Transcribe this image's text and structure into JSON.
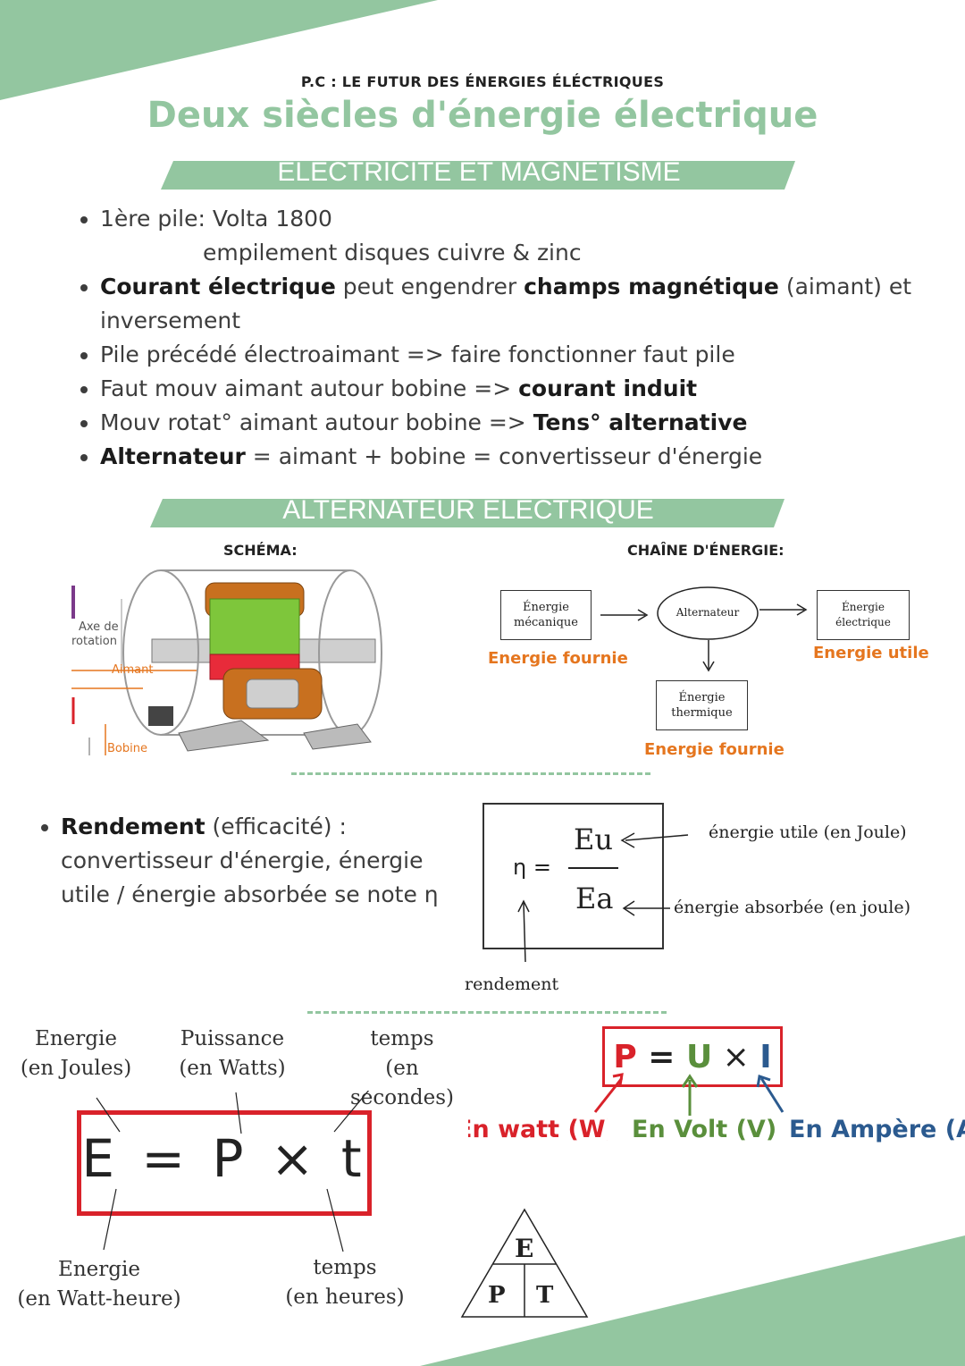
{
  "header": {
    "course": "P.C : LE FUTUR DES ÉNERGIES ÉLÉCTRIQUES",
    "title": "Deux siècles d'énergie électrique"
  },
  "section1": {
    "banner": "ELECTRICITE ET MAGNETISME",
    "bullets": [
      {
        "parts": [
          {
            "t": "1ère pile: Volta 1800",
            "b": false
          }
        ]
      },
      {
        "indent": "empilement disques cuivre & zinc"
      },
      {
        "parts": [
          {
            "t": "Courant électrique",
            "b": true
          },
          {
            "t": " peut engendrer ",
            "b": false
          },
          {
            "t": "champs magnétique",
            "b": true
          },
          {
            "t": " (aimant) et inversement",
            "b": false
          }
        ]
      },
      {
        "parts": [
          {
            "t": "Pile précédé électroaimant => faire fonctionner faut pile",
            "b": false
          }
        ]
      },
      {
        "parts": [
          {
            "t": "Faut mouv aimant autour bobine => ",
            "b": false
          },
          {
            "t": "courant induit",
            "b": true
          }
        ]
      },
      {
        "parts": [
          {
            "t": "Mouv rotat° aimant autour bobine => ",
            "b": false
          },
          {
            "t": "Tens° alternative",
            "b": true
          }
        ]
      },
      {
        "parts": [
          {
            "t": "Alternateur",
            "b": true
          },
          {
            "t": " = aimant + bobine = convertisseur d'énergie",
            "b": false
          }
        ]
      }
    ]
  },
  "section2": {
    "banner": "ALTERNATEUR ELECTRIQUE",
    "schema_label": "SCHÉMA:",
    "chain_label": "CHAÎNE D'ÉNERGIE:",
    "schema": {
      "axe_line1": "Axe de",
      "axe_line2": "rotation",
      "aimant": "Aimant",
      "bobine": "Bobine"
    },
    "chain": {
      "box1_l1": "Énergie",
      "box1_l2": "mécanique",
      "alternateur": "Alternateur",
      "box3_l1": "Énergie",
      "box3_l2": "électrique",
      "box4_l1": "Énergie",
      "box4_l2": "thermique",
      "label_fournie1": "Energie fournie",
      "label_utile": "Energie utile",
      "label_fournie2": "Energie fournie"
    }
  },
  "rendement": {
    "title": "Rendement",
    "title_rest": " (efficacité) :",
    "line2": "convertisseur d'énergie, énergie",
    "line3": "utile / énergie absorbée se note η",
    "formula": {
      "eta": "η =",
      "num": "Eu",
      "den": "Ea"
    },
    "label_utile": "énergie utile (en Joule)",
    "label_absorbee": "énergie absorbée (en joule)",
    "label_rendement": "rendement"
  },
  "energy_formula": {
    "formula": "E = P × t",
    "top_left": [
      "Energie",
      "(en Joules)"
    ],
    "top_mid": [
      "Puissance",
      "(en Watts)"
    ],
    "top_right": [
      "temps",
      "(en secondes)"
    ],
    "bottom_left": [
      "Energie",
      "(en Watt-heure)"
    ],
    "bottom_right": [
      "temps",
      "(en heures)"
    ],
    "triangle": {
      "top": "E",
      "left": "P",
      "right": "T"
    }
  },
  "power_formula": {
    "P": "P",
    "eq": " = ",
    "U": "U",
    "x": " × ",
    "I": "I",
    "unit_P": "En watt (W)",
    "unit_U": "En Volt (V)",
    "unit_I": "En Ampère (A)"
  },
  "colors": {
    "green": "#93c6a0",
    "orange": "#e5761f",
    "red": "#d9222a",
    "olive": "#5a8f3c",
    "blue": "#2b5a8f"
  }
}
